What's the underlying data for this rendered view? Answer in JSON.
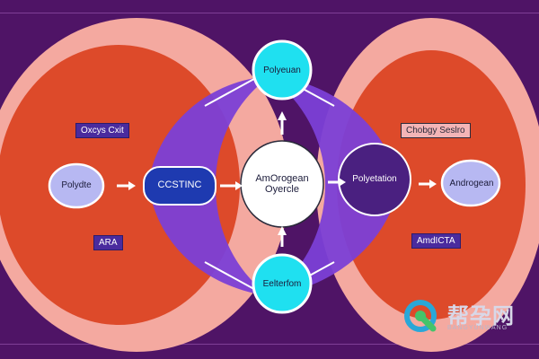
{
  "diagram": {
    "top_node": "Polyeuan",
    "bottom_node": "Eelterfom",
    "center_node": "AmOrogean\nOyercle",
    "left_panel": {
      "header": "Oxcys Cxit",
      "inner_node": "Polydte",
      "box_node": "CCSTINC",
      "footer": "ARA"
    },
    "right_panel": {
      "header": "Chobgy Seslro",
      "inner_node": "Polyetation",
      "outer_node": "Androgean",
      "footer": "AmdICTA"
    }
  },
  "watermark": {
    "text": "帮孕网",
    "subtext": "BANGYUNWANG"
  },
  "colors": {
    "background": "#4f1466",
    "outer_ring": "#f4a9a0",
    "panel_red": "#dd4a2a",
    "lens": "#7b3fd6",
    "cyan": "#1fe0f0",
    "center": "#ffffff",
    "pill": "#b7b8f2",
    "dark_box": "#1e3ab0"
  }
}
